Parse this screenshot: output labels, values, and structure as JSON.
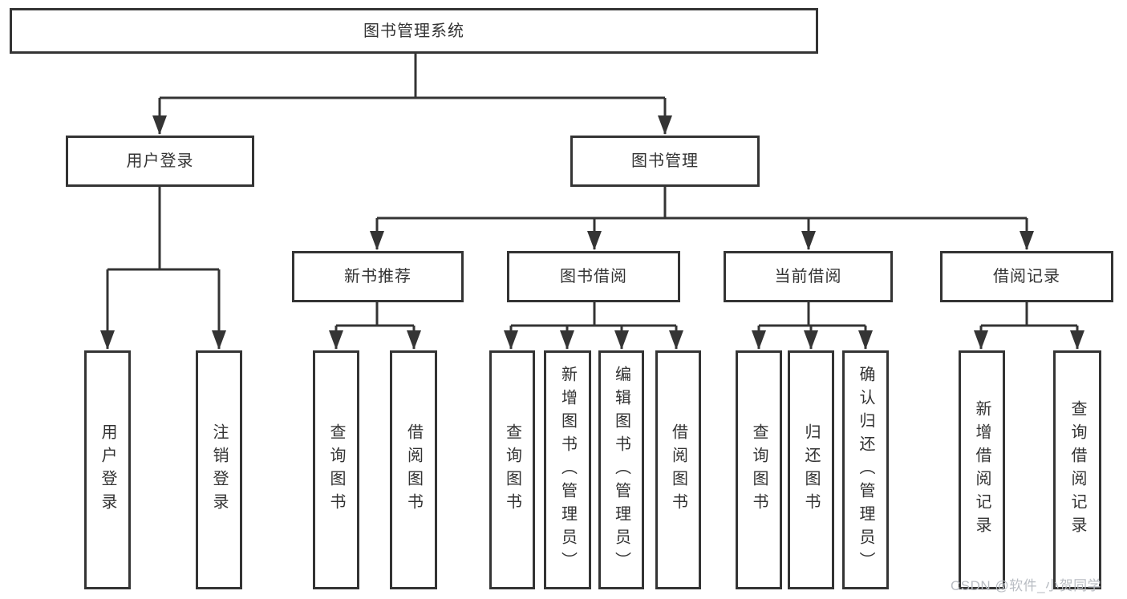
{
  "diagram": {
    "nodes": {
      "root": "图书管理系统",
      "user_login": "用户登录",
      "book_management": "图书管理",
      "new_book_recommend": "新书推荐",
      "book_borrow": "图书借阅",
      "current_borrow": "当前借阅",
      "borrow_records": "借阅记录",
      "leaf_user_login": "用户登录",
      "leaf_logout": "注销登录",
      "leaf_query_books_1": "查询图书",
      "leaf_borrow_books_1": "借阅图书",
      "leaf_query_books_2": "查询图书",
      "leaf_add_book_admin": "新增图书（管理员）",
      "leaf_edit_book_admin": "编辑图书（管理员）",
      "leaf_borrow_books_2": "借阅图书",
      "leaf_query_books_3": "查询图书",
      "leaf_return_books": "归还图书",
      "leaf_confirm_return_admin": "确认归还（管理员）",
      "leaf_add_borrow_record": "新增借阅记录",
      "leaf_query_borrow_record": "查询借阅记录"
    },
    "colors": {
      "line": "#343434",
      "text": "#333333",
      "box_background": "#ffffff"
    }
  },
  "watermark": {
    "text": "CSDN @软件_小贺同学",
    "color": "#b9bdc3"
  }
}
